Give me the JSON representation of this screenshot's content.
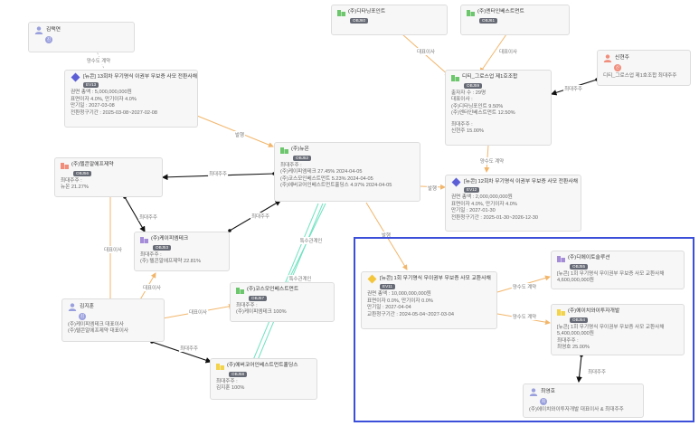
{
  "colors": {
    "person": "#9aa0dd",
    "bond": "#5c5fd6",
    "bond_perpetual": "#f3c63b",
    "company_pink": "#f08d7b",
    "company_green": "#6cc66c",
    "company_purple": "#a58cd9",
    "company_yellow": "#f3d34a",
    "edge_orange": "#f2b66b",
    "edge_black": "#111111",
    "edge_teal": "#6fe2c0",
    "selection": "#3b4fd8"
  },
  "nodes": {
    "n1": {
      "title": "김택연",
      "avatar": "김",
      "icon": "person-icon",
      "lines": []
    },
    "n2": {
      "title": "[뉴콘] 13회차 무기명식 이권부 무보증 사모 전환사채",
      "badge": "EV13",
      "icon": "bond-diamond-icon",
      "lines": [
        "권면 총액 : 5,000,000,000원",
        "표면이자 4.0%, 만기이자 4.0%",
        "만기일 : 2027-03-08",
        "전환청구기간 : 2025-03-08~2027-02-08"
      ]
    },
    "n3": {
      "title": "(주)디타닝포인트",
      "badge": "OBJ60",
      "icon": "company-icon",
      "lines": []
    },
    "n4": {
      "title": "(주)엔터인베스트먼트",
      "badge": "OBJ61",
      "icon": "company-icon",
      "lines": []
    },
    "n5": {
      "title": "신현주",
      "avatar": "신",
      "icon": "person-icon",
      "lines": [
        "디티_그로스업 제1호조합 최대주주"
      ]
    },
    "n6": {
      "title": "디티_그로스업 제1호조합",
      "badge": "OBJ59",
      "icon": "company-icon",
      "lines": [
        "출자자 수 : 29명",
        "대표이사 :",
        "(주)디타닝포인트 9.50%",
        "(주)엔터인베스트먼트 12.50%",
        "",
        "최대주주 :",
        "신현주 15.00%"
      ]
    },
    "n7": {
      "title": "(주)뉴온",
      "badge": "OBJ52",
      "icon": "company-icon",
      "lines": [
        "최대주주 :",
        "(주)케이피엠테크 27.45% 2024-04-05",
        "(주)코스모인베스트먼트 5.23% 2024-04-05",
        "(주)에버코어인베스트먼트홀딩스 4.97% 2024-04-05"
      ]
    },
    "n8": {
      "title": "(주)텔콘알에프제약",
      "badge": "OBJ56",
      "icon": "company-icon",
      "lines": [
        "최대주주 :",
        "뉴온 21.27%"
      ]
    },
    "n9": {
      "title": "[뉴콘] 12회차 무기명식 이권부 무보증 사모 전환사채",
      "badge": "EV12",
      "icon": "bond-diamond-icon",
      "lines": [
        "권면 총액 : 2,000,000,000원",
        "표면이자 4.0%, 만기이자 4.0%",
        "만기일 : 2027-01-30",
        "전환청구기간 : 2025-01-30~2026-12-30"
      ]
    },
    "n10": {
      "title": "(주)케이피엠테크",
      "badge": "OBJ53",
      "icon": "company-icon",
      "lines": [
        "최대주주 :",
        "(주) 텔콘알에프제약 22.81%"
      ]
    },
    "n11": {
      "title": "(주)디에이토솔루션",
      "badge": "OBJ55",
      "icon": "company-icon",
      "lines": [
        "[뉴콘] 1회 무기명식 무이권부 무보증 사모 교환사채",
        "4,600,000,000원"
      ]
    },
    "n12": {
      "title": "[뉴콘] 1회 무기명식 무이권부 무보증 사모 교환사채",
      "badge": "EV11",
      "icon": "bond-perpetual-icon",
      "lines": [
        "권면 총액 : 10,000,000,000원",
        "표면이자 0.0%, 만기이자 0.0%",
        "만기일 : 2027-04-04",
        "교환청구기간 : 2024-05-04~2027-03-04"
      ]
    },
    "n13": {
      "title": "(주)코스모인베스트먼트",
      "badge": "OBJ57",
      "icon": "company-icon",
      "lines": [
        "최대주주 :",
        "(주)케이피엠테크 100%"
      ]
    },
    "n14": {
      "title": "김지훈",
      "avatar": "김",
      "icon": "person-icon",
      "lines": [
        "(주)케이피엠테크 대표이사",
        "(주)텔콘알에프제약 대표이사"
      ]
    },
    "n15": {
      "title": "(주)에이치와이투자개발",
      "badge": "OBJ54",
      "icon": "company-icon",
      "lines": [
        "[뉴콘] 1회 무기명식 무이권부 무보증 사모 교환사채",
        "5,400,000,000원",
        "최대주주 :",
        "최영호 25.00%"
      ]
    },
    "n16": {
      "title": "(주)에버코어인베스트먼트홀딩스",
      "badge": "OBJ58",
      "icon": "company-icon",
      "lines": [
        "최대주주 :",
        "김지훈 100%"
      ]
    },
    "n17": {
      "title": "최영호",
      "avatar": "최",
      "icon": "person-icon",
      "lines": [
        "(주)에이치와이투자개발 대표이사 & 최대주주"
      ]
    }
  },
  "edge_labels": {
    "l1": "양수도 계약",
    "l2": "대표이사",
    "l3": "대표이사",
    "l4": "최대주주",
    "l5": "발행",
    "l6": "최대주주",
    "l7": "양수도 계약",
    "l8": "발행",
    "l9": "최대주주",
    "l10": "최대주주",
    "l11": "대표이사",
    "l12": "특수관계인",
    "l13": "특수관계인",
    "l14": "발행",
    "l15": "양수도 계약",
    "l16": "양수도 계약",
    "l17": "대표이사",
    "l18": "대표이사",
    "l19": "최대주주",
    "l20": "최대주주"
  }
}
